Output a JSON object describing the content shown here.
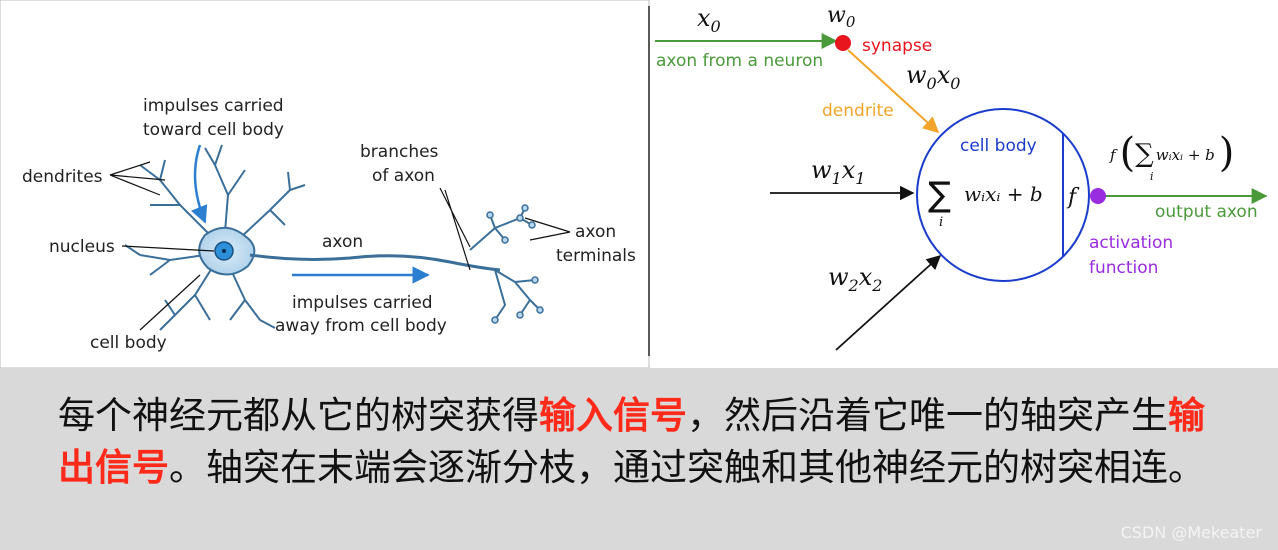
{
  "neuron": {
    "dendrites": "dendrites",
    "impulses_toward_1": "impulses carried",
    "impulses_toward_2": "toward cell body",
    "nucleus": "nucleus",
    "cell_body": "cell body",
    "axon": "axon",
    "branches_1": "branches",
    "branches_2": "of axon",
    "terminals_1": "axon",
    "terminals_2": "terminals",
    "impulses_away_1": "impulses carried",
    "impulses_away_2": "away from cell body"
  },
  "model": {
    "x0": "x",
    "x0_sub": "0",
    "w0": "w",
    "w0_sub": "0",
    "synapse": "synapse",
    "axon_from": "axon from a neuron",
    "w0x0_w": "w",
    "w0x0_wsub": "0",
    "w0x0_x": "x",
    "w0x0_xsub": "0",
    "dendrite": "dendrite",
    "cell_body": "cell body",
    "w1x1_w": "w",
    "w1x1_wsub": "1",
    "w1x1_x": "x",
    "w1x1_xsub": "1",
    "w2x2_w": "w",
    "w2x2_wsub": "2",
    "w2x2_x": "x",
    "w2x2_xsub": "2",
    "sum_sym": "∑",
    "sum_idx": "i",
    "sum_expr": "wᵢxᵢ + b",
    "f_sym": "f",
    "out_f": "f",
    "out_sum": "∑",
    "out_idx": "i",
    "out_expr": "wᵢxᵢ + b",
    "output_axon": "output axon",
    "activation_1": "activation",
    "activation_2": "function",
    "colors": {
      "green": "#4a9a3a",
      "red": "#e8141e",
      "orange": "#f2a52a",
      "blue": "#1a3ccc",
      "purple": "#9a2ce0"
    }
  },
  "caption": {
    "p1": "每个神经元都从它的树突获得",
    "h1": "输入信号",
    "p2": "，然后沿着它唯一的轴突产生",
    "h2": "输出信号",
    "p3": "。轴突在末端会逐渐分枝，通过突触和其他神经元的树突相连。"
  },
  "watermark": "CSDN @Mekeater"
}
